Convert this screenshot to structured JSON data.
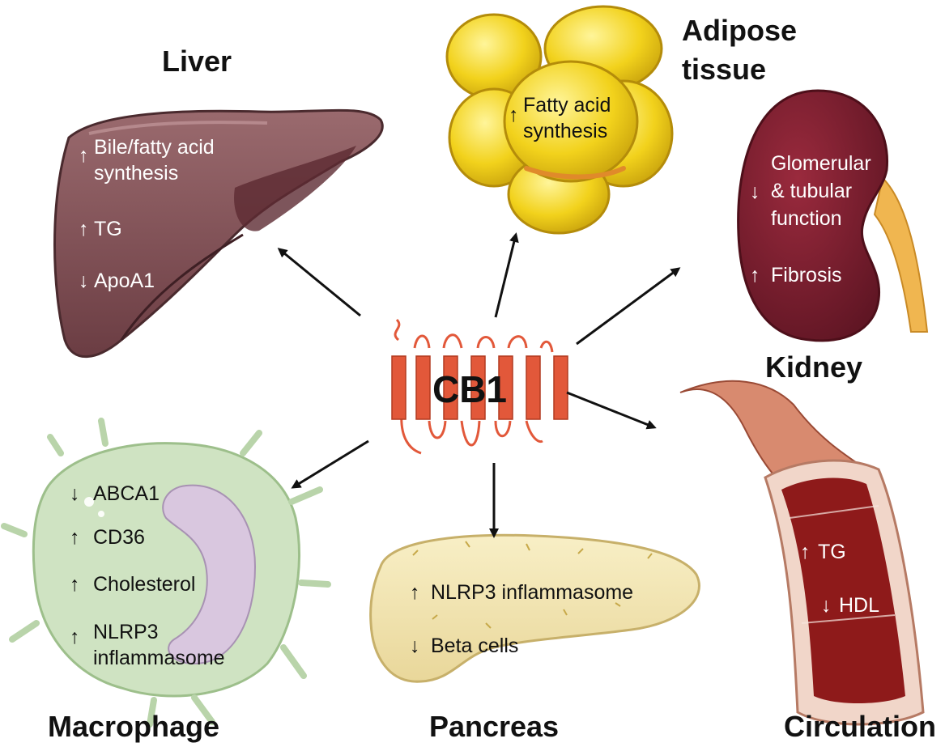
{
  "center": {
    "label": "CB1"
  },
  "organs": {
    "liver": {
      "title": "Liver",
      "effects": [
        {
          "direction": "up",
          "lines": [
            "Bile/fatty acid",
            "synthesis"
          ]
        },
        {
          "direction": "up",
          "lines": [
            "TG"
          ]
        },
        {
          "direction": "down",
          "lines": [
            "ApoA1"
          ]
        }
      ]
    },
    "adipose": {
      "title_lines": [
        "Adipose",
        "tissue"
      ],
      "effects": [
        {
          "direction": "up",
          "lines": [
            "Fatty acid",
            "synthesis"
          ]
        }
      ]
    },
    "kidney": {
      "title": "Kidney",
      "effects": [
        {
          "direction": "down",
          "lines": [
            "Glomerular",
            "& tubular",
            "function"
          ]
        },
        {
          "direction": "up",
          "lines": [
            "Fibrosis"
          ]
        }
      ]
    },
    "macrophage": {
      "title": "Macrophage",
      "effects": [
        {
          "direction": "down",
          "lines": [
            "ABCA1"
          ]
        },
        {
          "direction": "up",
          "lines": [
            "CD36"
          ]
        },
        {
          "direction": "up",
          "lines": [
            "Cholesterol"
          ]
        },
        {
          "direction": "up",
          "lines": [
            "NLRP3",
            "inflammasome"
          ]
        }
      ]
    },
    "pancreas": {
      "title": "Pancreas",
      "effects": [
        {
          "direction": "up",
          "lines": [
            "NLRP3 inflammasome"
          ]
        },
        {
          "direction": "down",
          "lines": [
            "Beta cells"
          ]
        }
      ]
    },
    "circulation": {
      "title": "Circulation",
      "effects": [
        {
          "direction": "up",
          "lines": [
            "TG"
          ]
        },
        {
          "direction": "down",
          "lines": [
            "HDL"
          ]
        }
      ]
    }
  },
  "colors": {
    "liver": "#7a4a4f",
    "adipose": "#f2d21c",
    "kidney": "#7a1f2e",
    "macrophage": "#cfe3c2",
    "pancreas": "#f3e7b2",
    "vessel": "#8e1a1a",
    "receptor": "#e2583a"
  }
}
